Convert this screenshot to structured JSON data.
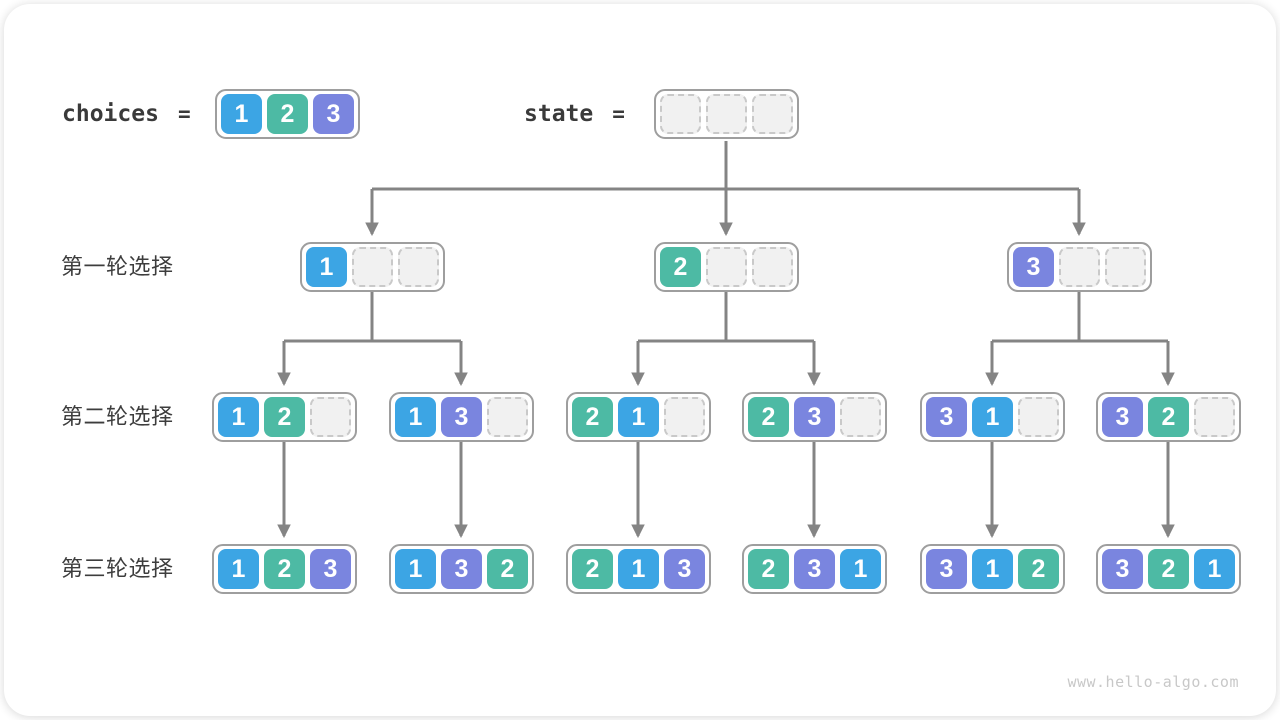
{
  "colors": {
    "1": "#3CA5E4",
    "2": "#4DBAA4",
    "3": "#7A85DF",
    "line": "#848484"
  },
  "header": {
    "choices_label": "choices",
    "state_label": "state",
    "equals": "=",
    "choices_cells": [
      "1",
      "2",
      "3"
    ],
    "state_cells": [
      "",
      "",
      ""
    ]
  },
  "rows": [
    {
      "label": "第一轮选择"
    },
    {
      "label": "第二轮选择"
    },
    {
      "label": "第三轮选择"
    }
  ],
  "tree": {
    "level1": [
      [
        "1",
        "",
        ""
      ],
      [
        "2",
        "",
        ""
      ],
      [
        "3",
        "",
        ""
      ]
    ],
    "level2": [
      [
        "1",
        "2",
        ""
      ],
      [
        "1",
        "3",
        ""
      ],
      [
        "2",
        "1",
        ""
      ],
      [
        "2",
        "3",
        ""
      ],
      [
        "3",
        "1",
        ""
      ],
      [
        "3",
        "2",
        ""
      ]
    ],
    "level3": [
      [
        "1",
        "2",
        "3"
      ],
      [
        "1",
        "3",
        "2"
      ],
      [
        "2",
        "1",
        "3"
      ],
      [
        "2",
        "3",
        "1"
      ],
      [
        "3",
        "1",
        "2"
      ],
      [
        "3",
        "2",
        "1"
      ]
    ]
  },
  "watermark": "www.hello-algo.com"
}
